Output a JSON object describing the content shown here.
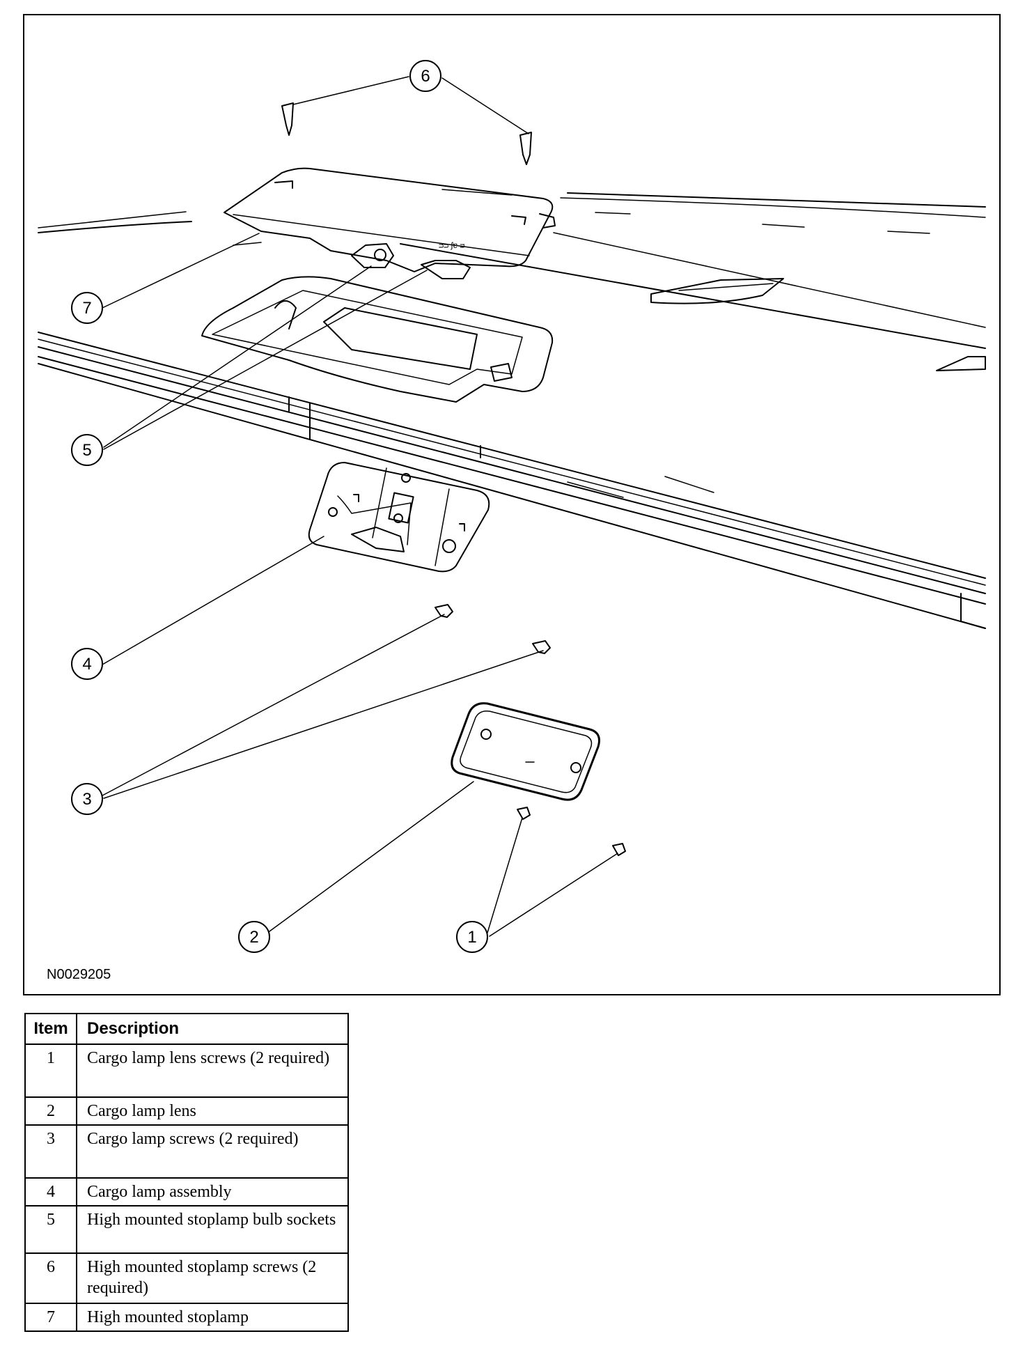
{
  "figure": {
    "id": "N0029205",
    "callouts": [
      "1",
      "2",
      "3",
      "4",
      "5",
      "6",
      "7"
    ]
  },
  "table": {
    "headers": {
      "item": "Item",
      "description": "Description"
    },
    "rows": [
      {
        "item": "1",
        "description": "Cargo lamp lens screws (2 required)"
      },
      {
        "item": "2",
        "description": "Cargo lamp lens"
      },
      {
        "item": "3",
        "description": "Cargo lamp screws (2 required)"
      },
      {
        "item": "4",
        "description": "Cargo lamp assembly"
      },
      {
        "item": "5",
        "description": "High mounted stoplamp bulb sockets"
      },
      {
        "item": "6",
        "description": "High mounted stoplamp screws (2 required)"
      },
      {
        "item": "7",
        "description": "High mounted stoplamp"
      }
    ]
  }
}
